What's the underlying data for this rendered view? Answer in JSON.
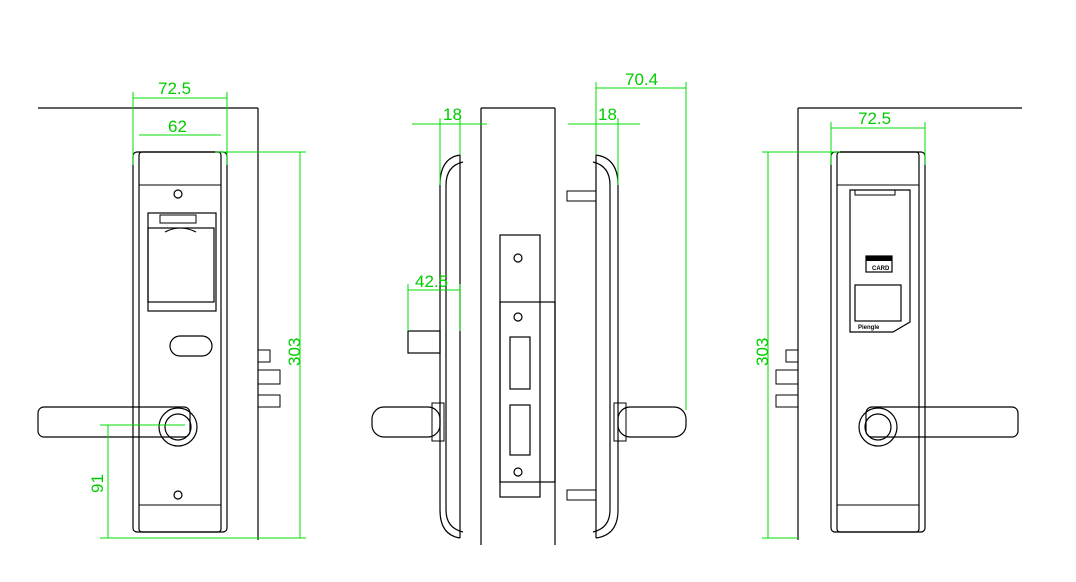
{
  "dimensions": {
    "front_width_outer": "72.5",
    "front_width_inner": "62",
    "front_height": "303",
    "front_handle_height": "91",
    "side_depth_left": "18",
    "side_bolt_projection": "42.5",
    "side_depth_right": "18",
    "side_total_depth": "70.4",
    "back_width": "72.5",
    "back_height": "303"
  },
  "labels": {
    "card_label": "CARD",
    "brand_label": "Piengle"
  },
  "colors": {
    "dimension_line": "#00dd00",
    "drawing_line": "#000000"
  }
}
